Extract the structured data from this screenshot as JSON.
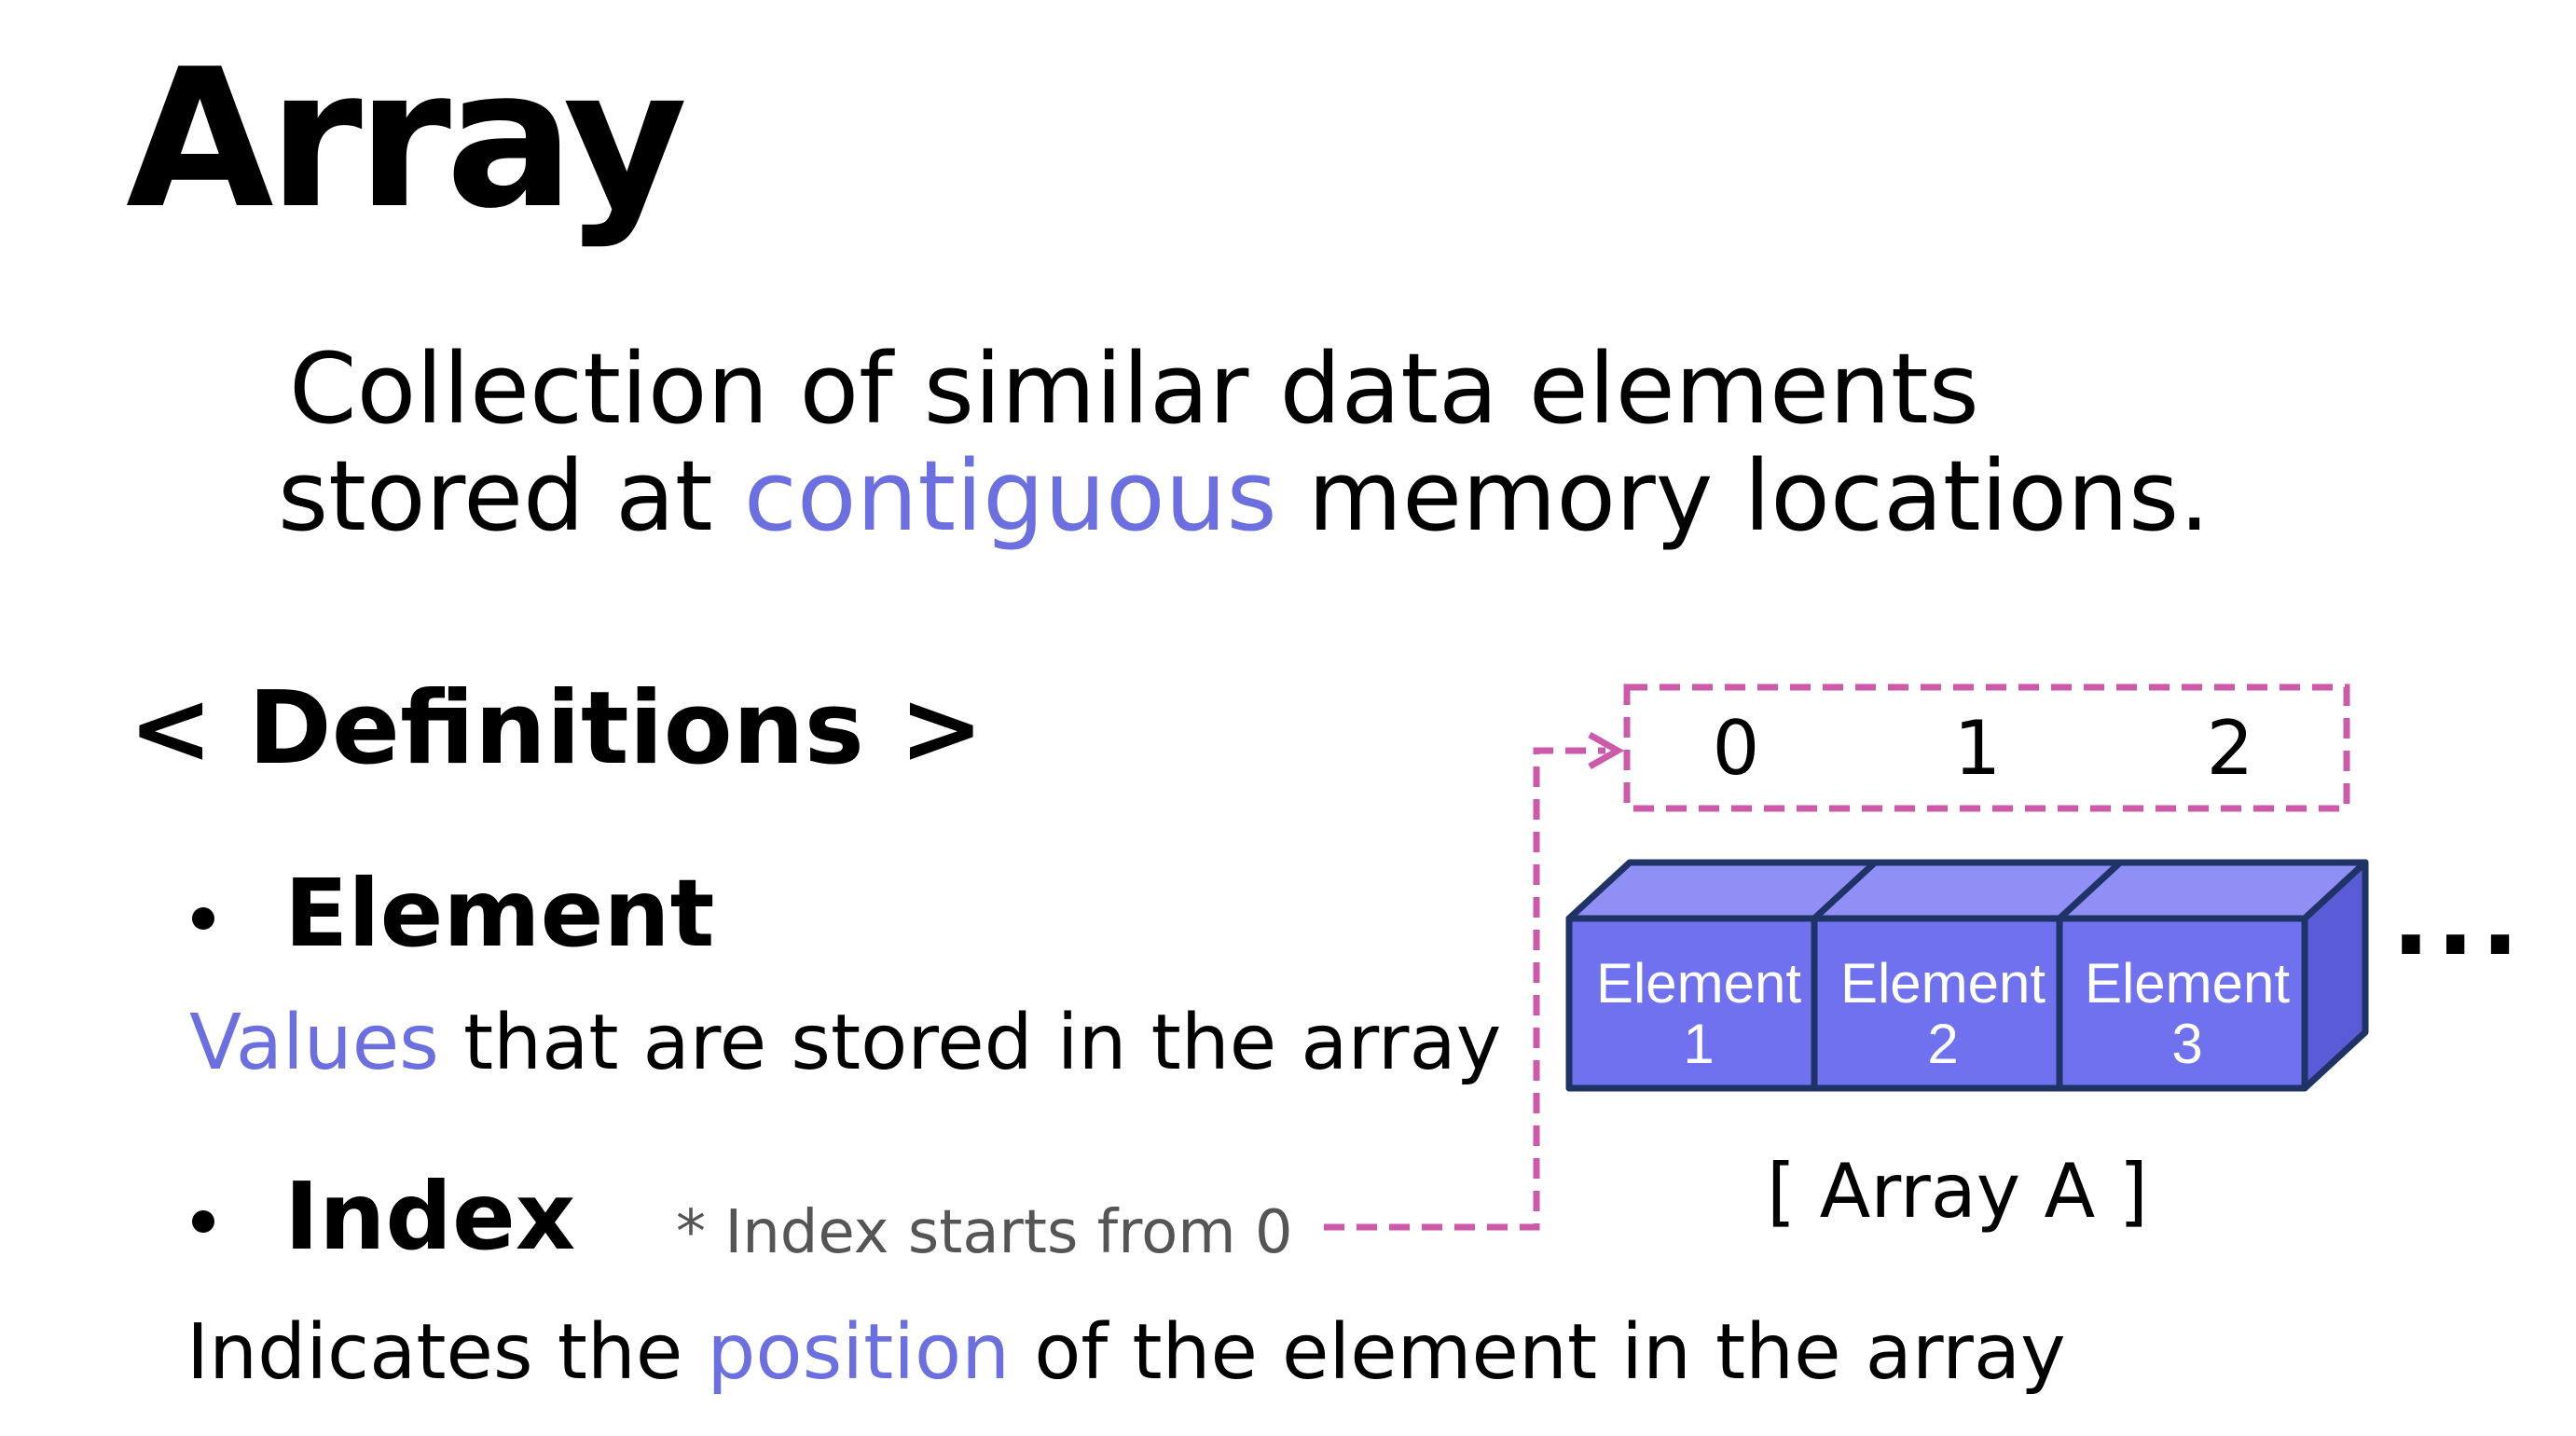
{
  "title": "Array",
  "description": {
    "line1": "Collection of similar data elements",
    "line2_prefix": "stored at ",
    "line2_highlight": "contiguous",
    "line2_suffix": " memory locations."
  },
  "definitions_heading": "< Definitions >",
  "element_def": {
    "term": "Element",
    "highlight": "Values",
    "rest": " that are stored in the array"
  },
  "index_def": {
    "term": "Index",
    "note": "* Index starts from 0",
    "prefix": "Indicates the ",
    "highlight": "position",
    "suffix": " of the element in the array"
  },
  "diagram": {
    "indices": [
      "0",
      "1",
      "2"
    ],
    "cells": [
      {
        "line1": "Element",
        "line2": "1"
      },
      {
        "line1": "Element",
        "line2": "2"
      },
      {
        "line1": "Element",
        "line2": "3"
      }
    ],
    "ellipsis": "...",
    "caption": "[ Array A ]"
  },
  "colors": {
    "accent": "#6b6fe0",
    "cell_front": "#6f71ef",
    "cell_top": "#8f8ff5",
    "cell_side": "#5a5bd6",
    "cell_outline": "#1f3366",
    "dashed": "#cc5aa8",
    "note": "#555555"
  }
}
